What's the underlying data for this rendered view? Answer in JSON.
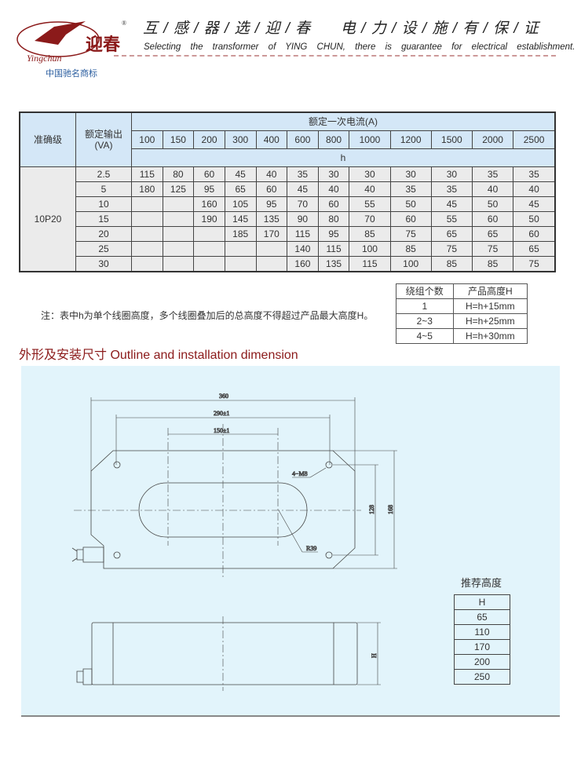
{
  "header": {
    "logo_text": "迎春",
    "logo_script": "Yingchun",
    "trademark": "中国驰名商标",
    "slogan_cn": "互 / 感 / 器 / 选 / 迎 / 春      电 / 力 / 设 / 施 / 有 / 保 / 证",
    "slogan_en": "Selecting the transformer of YING CHUN, there is guarantee for electrical establishment.",
    "registered": "®"
  },
  "main_table": {
    "col_accuracy": "准确级",
    "col_output": "额定输出",
    "col_output_unit": "(VA)",
    "current_header": "额定一次电流(A)",
    "h_label": "h",
    "currents": [
      "100",
      "150",
      "200",
      "300",
      "400",
      "600",
      "800",
      "1000",
      "1200",
      "1500",
      "2000",
      "2500"
    ],
    "accuracy": "10P20",
    "rows": [
      {
        "va": "2.5",
        "h": [
          "115",
          "80",
          "60",
          "45",
          "40",
          "35",
          "30",
          "30",
          "30",
          "30",
          "35",
          "35"
        ]
      },
      {
        "va": "5",
        "h": [
          "180",
          "125",
          "95",
          "65",
          "60",
          "45",
          "40",
          "40",
          "35",
          "35",
          "40",
          "40"
        ]
      },
      {
        "va": "10",
        "h": [
          "",
          "",
          "160",
          "105",
          "95",
          "70",
          "60",
          "55",
          "50",
          "45",
          "50",
          "45"
        ]
      },
      {
        "va": "15",
        "h": [
          "",
          "",
          "190",
          "145",
          "135",
          "90",
          "80",
          "70",
          "60",
          "55",
          "60",
          "50"
        ]
      },
      {
        "va": "20",
        "h": [
          "",
          "",
          "",
          "185",
          "170",
          "115",
          "95",
          "85",
          "75",
          "65",
          "65",
          "60"
        ]
      },
      {
        "va": "25",
        "h": [
          "",
          "",
          "",
          "",
          "",
          "140",
          "115",
          "100",
          "85",
          "75",
          "75",
          "65"
        ]
      },
      {
        "va": "30",
        "h": [
          "",
          "",
          "",
          "",
          "",
          "160",
          "135",
          "115",
          "100",
          "85",
          "85",
          "75"
        ]
      }
    ]
  },
  "note": "注：表中h为单个线圈高度，多个线圈叠加后的总高度不得超过产品最大高度H。",
  "coil_table": {
    "headers": [
      "绕组个数",
      "产品高度H"
    ],
    "rows": [
      [
        "1",
        "H=h+15mm"
      ],
      [
        "2~3",
        "H=h+25mm"
      ],
      [
        "4~5",
        "H=h+30mm"
      ]
    ]
  },
  "section_title": "外形及安装尺寸 Outline and installation dimension",
  "drawing": {
    "dim_360": "360",
    "dim_290": "290±1",
    "dim_150": "150±1",
    "holes": "4−M8",
    "radius": "R39",
    "dim_128": "128",
    "dim_168": "168",
    "dim_H": "H"
  },
  "recommended": {
    "title": "推荐高度",
    "header": "H",
    "values": [
      "65",
      "110",
      "170",
      "200",
      "250"
    ]
  }
}
